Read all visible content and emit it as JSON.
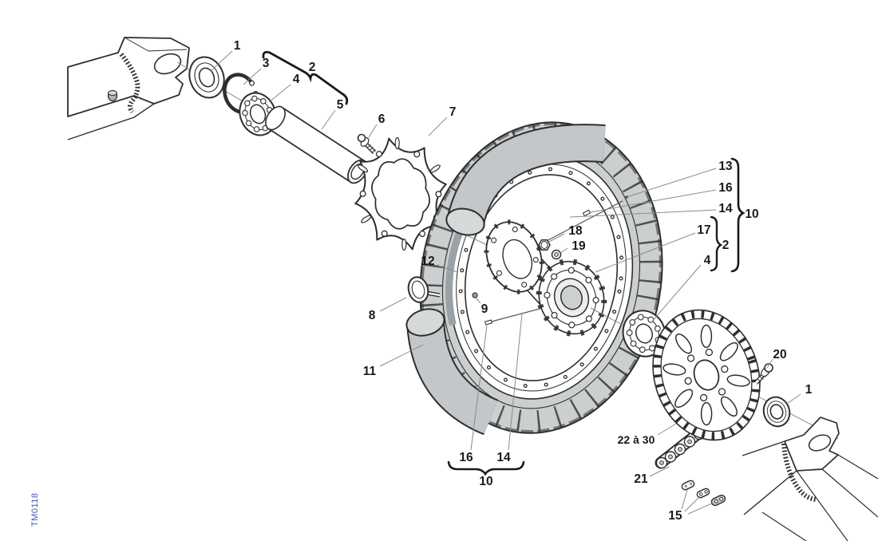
{
  "labels": {
    "seal_left": "1",
    "circlip": "3",
    "kit_top": "2",
    "bearing_left": "4",
    "spacer": "5",
    "disc_bolt": "6",
    "brake_disc": "7",
    "rim": "13",
    "nipple_right": "16",
    "spoke_right": "14",
    "wheel_group_right": "10",
    "hub_flange": "17",
    "kit_right": "2",
    "bearing_right": "4",
    "axle_nut": "18",
    "washer": "19",
    "rim_tape": "12",
    "valve": "8",
    "nipple_9": "9",
    "mousse": "11",
    "sprocket_bolt": "20",
    "seal_right": "1",
    "sprocket_range": "22 à 30",
    "chain": "21",
    "master_link": "15",
    "nipple_bottom": "16",
    "spoke_bottom": "14",
    "wheel_group_bottom": "10",
    "doc_code": "TM0118"
  },
  "colors": {
    "ink": "#2e2e2e",
    "leader": "#8a8a8a",
    "tire_gray": "#cbcfd0",
    "mousse_gray": "#c3c7c9",
    "mousse_cap": "#d6d9da",
    "rim_tape_gray": "#9ba1a4",
    "doc_code_blue": "#3a5fad"
  }
}
